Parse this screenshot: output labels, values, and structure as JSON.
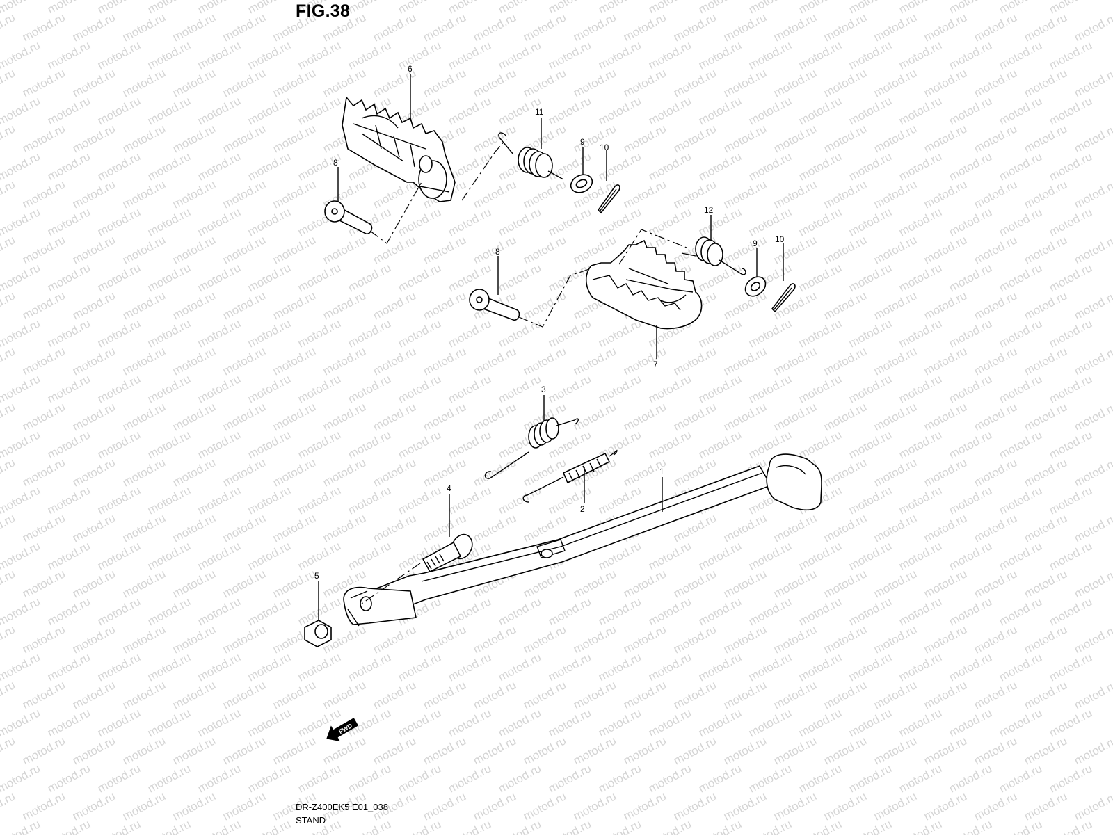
{
  "figure": {
    "title": "FIG.38",
    "code": "DR-Z400EK5 E01_038",
    "name": "STAND"
  },
  "watermark": "motod.ru",
  "fwd_arrow_label": "FWD",
  "callouts": {
    "side_stand": "1",
    "spring_2": "2",
    "spring_3": "3",
    "bolt": "4",
    "nut": "5",
    "footrest_upper": "6",
    "footrest_lower": "7",
    "pin_upper": "8",
    "pin_lower": "8",
    "washer_upper": "9",
    "washer_lower": "9",
    "cotter_upper": "10",
    "cotter_lower": "10",
    "spring_upper": "11",
    "spring_lower": "12"
  },
  "colors": {
    "ink": "#000000",
    "watermark": "#d4d4d4",
    "background": "#ffffff"
  }
}
